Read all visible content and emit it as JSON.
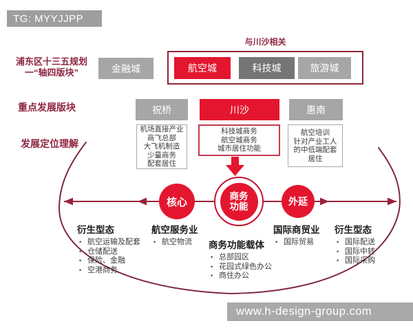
{
  "tg_badge": "TG: MYYJJPP",
  "colors": {
    "accent_red": "#e4162f",
    "maroon": "#8e2440",
    "gray_block": "#a6a6a6",
    "dark_gray_block": "#757575"
  },
  "planning_row": {
    "label_line1": "浦东区十三五规划",
    "label_line2": "一“轴四版块”",
    "finance_block": "金融城",
    "group_caption": "与川沙相关",
    "group_blocks": [
      {
        "label": "航空城"
      },
      {
        "label": "科技城"
      },
      {
        "label": "旅游城"
      }
    ]
  },
  "focus_row": {
    "label": "重点发展版块",
    "blocks": [
      {
        "label": "祝桥"
      },
      {
        "label": "川沙"
      },
      {
        "label": "惠南"
      }
    ]
  },
  "positioning": {
    "label": "发展定位理解",
    "notes": [
      {
        "lines": [
          "机场直接产业",
          "商飞总部",
          "大飞机制造",
          "少量商务",
          "配套居住"
        ]
      },
      {
        "lines": [
          "科技城商务",
          "航空城商务",
          "城市居住功能"
        ]
      },
      {
        "lines": [
          "航空培训",
          "针对产业工人",
          "的中低端配套",
          "居住"
        ]
      }
    ]
  },
  "axis": {
    "core_circle": "核心",
    "center_circle_line1": "商务",
    "center_circle_line2": "功能",
    "periphery_circle": "外延"
  },
  "industry_groups": [
    {
      "title": "衍生型态",
      "items": [
        "航空运输及配套",
        "仓储配送",
        "保险、金融",
        "空港商务"
      ]
    },
    {
      "title": "航空服务业",
      "items": [
        "航空物流"
      ]
    },
    {
      "title": "商务功能载体",
      "items": [
        "总部园区",
        "花园式绿色办公",
        "商住办公"
      ]
    },
    {
      "title": "国际商贸业",
      "items": [
        "国际贸易"
      ]
    },
    {
      "title": "衍生型态",
      "items": [
        "国际配送",
        "国际中转",
        "国际采购"
      ]
    }
  ],
  "watermark_site": "www.h-design-group.com"
}
